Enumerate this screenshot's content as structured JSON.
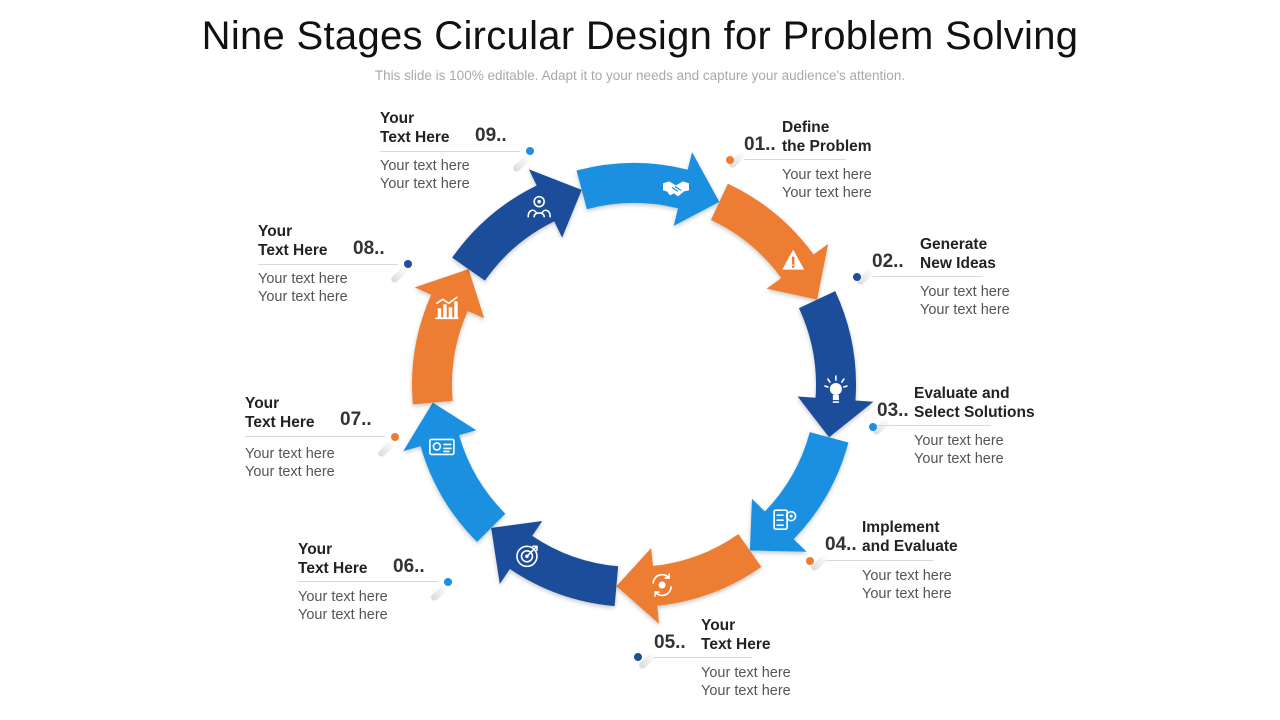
{
  "title": "Nine Stages Circular Design for Problem Solving",
  "subtitle": "This slide is 100% editable. Adapt it to your needs and capture your audience's attention.",
  "colors": {
    "orange": "#ED7D31",
    "dark_blue": "#1F4E9A",
    "light_blue": "#1E90E0"
  },
  "stages": [
    {
      "number": "01..",
      "heading_1": "Define",
      "heading_2": "the Problem",
      "desc_1": "Your text here",
      "desc_2": "Your text here",
      "color": "orange",
      "icon": "warning-icon"
    },
    {
      "number": "02..",
      "heading_1": "Generate",
      "heading_2": "New Ideas",
      "desc_1": "Your text here",
      "desc_2": "Your text here",
      "color": "dark_blue",
      "icon": "lightbulb-icon"
    },
    {
      "number": "03..",
      "heading_1": "Evaluate and",
      "heading_2": "Select Solutions",
      "desc_1": "Your text here",
      "desc_2": "Your text here",
      "color": "light_blue",
      "icon": "checklist-gear-icon"
    },
    {
      "number": "04..",
      "heading_1": "Implement",
      "heading_2": "and Evaluate",
      "desc_1": "Your text here",
      "desc_2": "Your text here",
      "color": "orange",
      "icon": "cycle-gear-icon"
    },
    {
      "number": "05..",
      "heading_1": "Your",
      "heading_2": "Text Here",
      "desc_1": "Your text here",
      "desc_2": "Your text here",
      "color": "dark_blue",
      "icon": "target-icon"
    },
    {
      "number": "06..",
      "heading_1": "Your",
      "heading_2": "Text Here",
      "desc_1": "Your text here",
      "desc_2": "Your text here",
      "color": "light_blue",
      "icon": "presentation-board-icon"
    },
    {
      "number": "07..",
      "heading_1": "Your",
      "heading_2": "Text Here",
      "desc_1": "Your text here",
      "desc_2": "Your text here",
      "color": "orange",
      "icon": "bar-chart-icon"
    },
    {
      "number": "08..",
      "heading_1": "Your",
      "heading_2": "Text Here",
      "desc_1": "Your text here",
      "desc_2": "Your text here",
      "color": "dark_blue",
      "icon": "team-gear-icon"
    },
    {
      "number": "09..",
      "heading_1": "Your",
      "heading_2": "Text Here",
      "desc_1": "Your text here",
      "desc_2": "Your text here",
      "color": "light_blue",
      "icon": "handshake-icon"
    }
  ]
}
